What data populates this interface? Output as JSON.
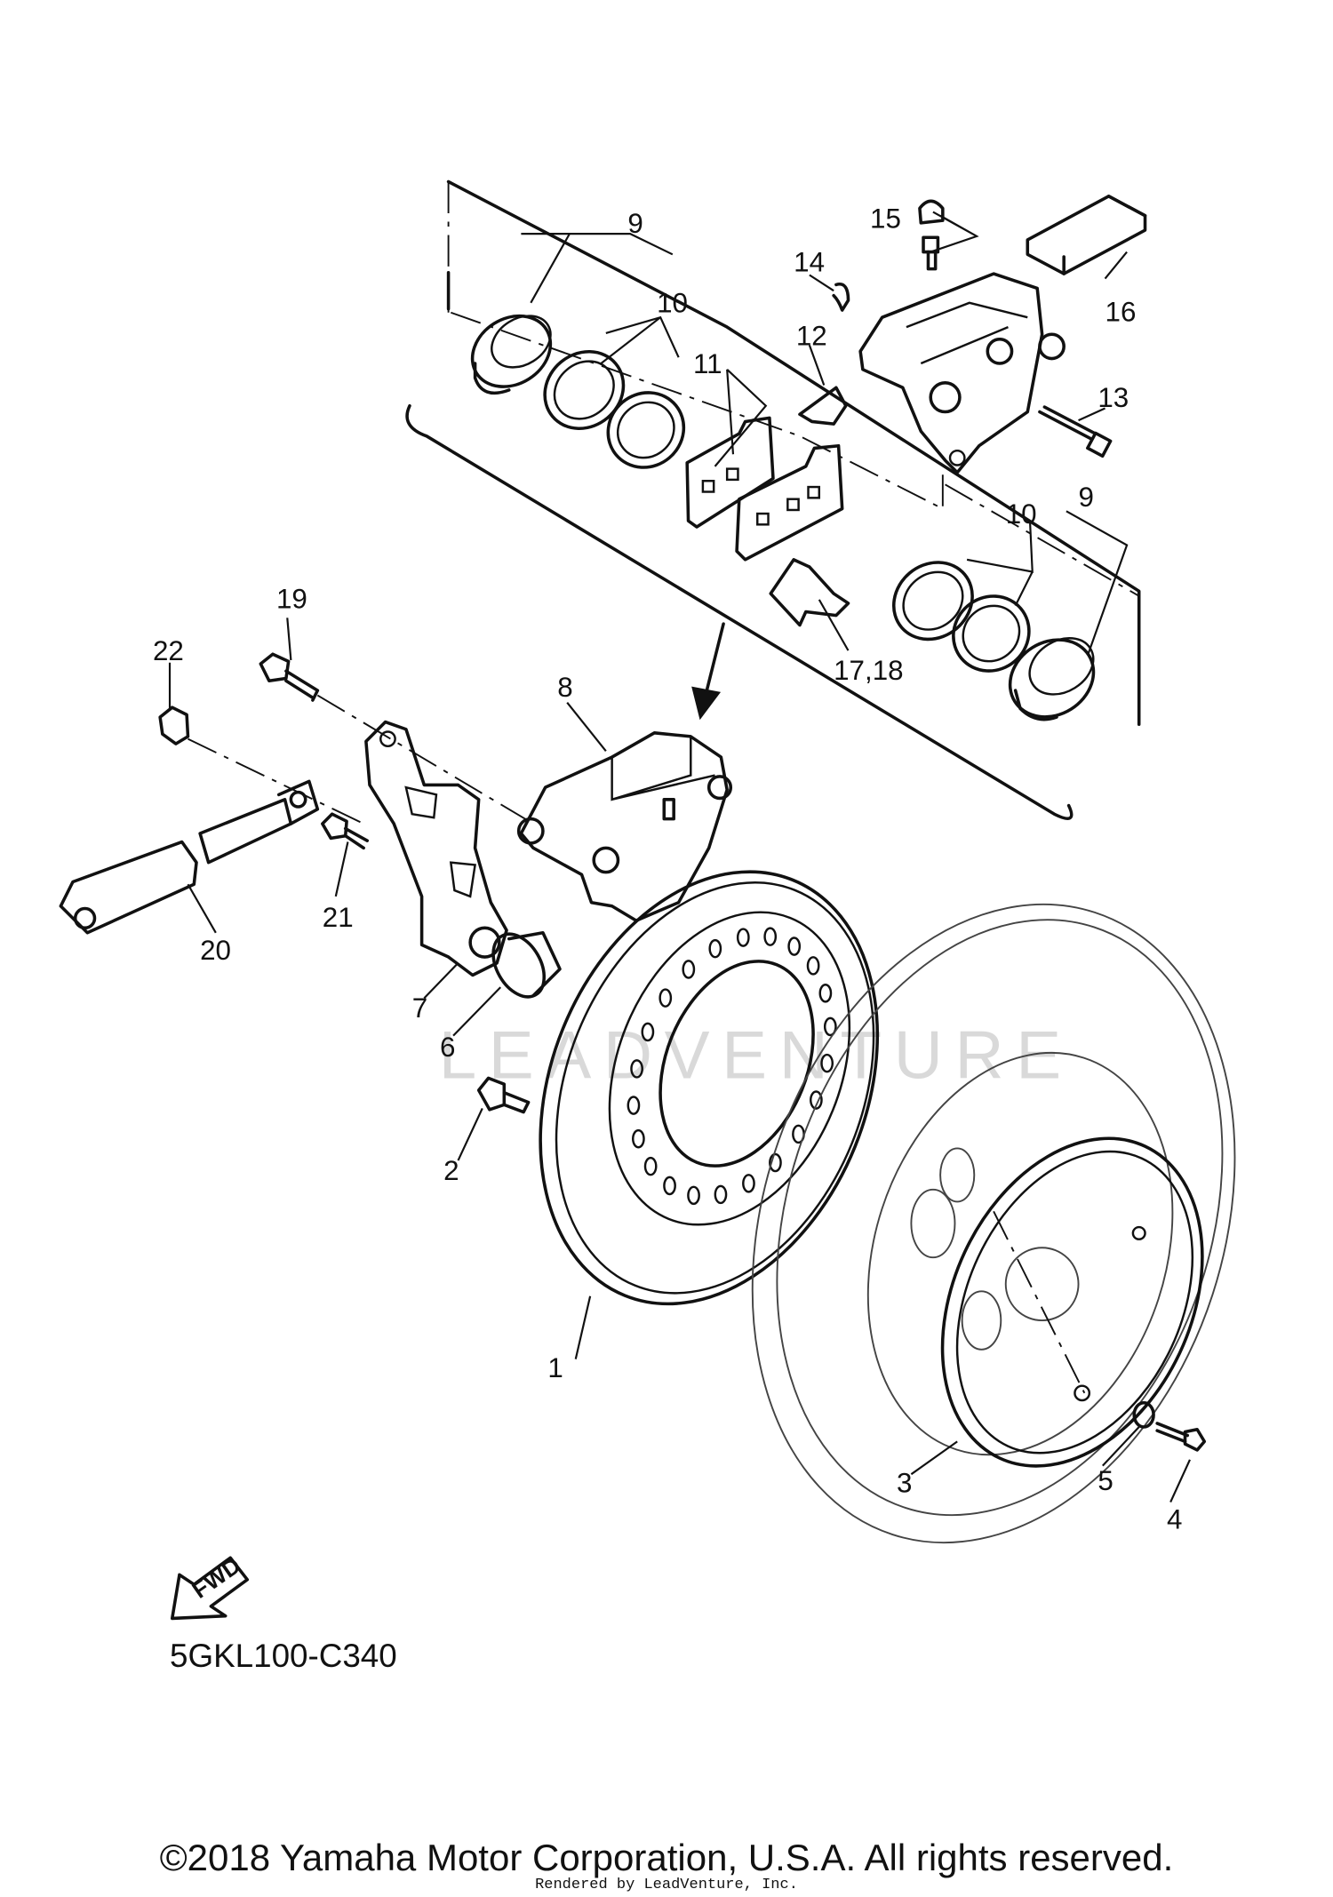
{
  "diagram": {
    "code": "5GKL100-C340",
    "fwd_label": "FWD",
    "watermark": "LEADVENTURE",
    "callouts": {
      "c1": "1",
      "c2": "2",
      "c3": "3",
      "c4": "4",
      "c5": "5",
      "c6": "6",
      "c7": "7",
      "c8": "8",
      "c9a": "9",
      "c9b": "9",
      "c10a": "10",
      "c10b": "10",
      "c11": "11",
      "c12": "12",
      "c13": "13",
      "c14": "14",
      "c15": "15",
      "c16": "16",
      "c17_18": "17,18",
      "c19": "19",
      "c20": "20",
      "c21": "21",
      "c22": "22"
    }
  },
  "footer": {
    "copyright": "©2018 Yamaha Motor Corporation, U.S.A. All rights reserved.",
    "rendered_by": "Rendered by LeadVenture, Inc."
  }
}
